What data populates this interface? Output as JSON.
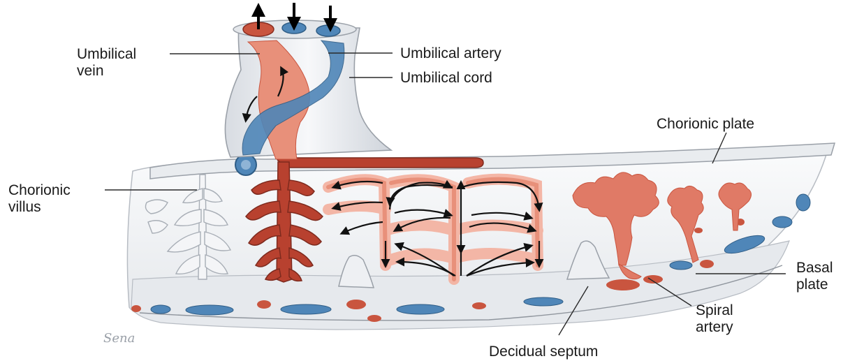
{
  "labels": {
    "umbilical_vein_1": "Umbilical",
    "umbilical_vein_2": "vein",
    "umbilical_artery": "Umbilical artery",
    "umbilical_cord": "Umbilical cord",
    "chorionic_plate": "Chorionic plate",
    "chorionic_villus_1": "Chorionic",
    "chorionic_villus_2": "villus",
    "basal_plate_1": "Basal",
    "basal_plate_2": "plate",
    "spiral_artery_1": "Spiral",
    "spiral_artery_2": "artery",
    "decidual_septum": "Decidual septum",
    "signature": "Sena"
  },
  "colors": {
    "oxygenated": "#e07a66",
    "vessel_dark": "#b8412f",
    "deoxygenated": "#4f86b8",
    "tissue": "#f2f3f5",
    "outline": "#9aa0a8"
  }
}
